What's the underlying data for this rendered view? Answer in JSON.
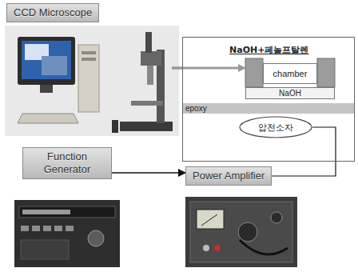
{
  "diagram": {
    "nodes": [
      {
        "text": [
          "CCD Microscope"
        ]
      },
      {
        "text": [
          "Function Generator"
        ]
      },
      {
        "text": [
          "Power Amplifier"
        ]
      },
      {
        "text": [
          "NaOH+페놀프탈렌"
        ]
      },
      {
        "text": [
          "chamber"
        ],
        "in": 3
      },
      {
        "text": [
          "NaOH"
        ],
        "in": 3
      },
      {
        "text": [
          "epoxy"
        ],
        "in": 3
      },
      {
        "text": [
          "압전소자"
        ],
        "in": 3
      }
    ],
    "edges": [
      {
        "from": 1,
        "to": 2,
        "arrow": "to"
      },
      {
        "from": 2,
        "to": 7,
        "arrow": "none"
      }
    ]
  }
}
